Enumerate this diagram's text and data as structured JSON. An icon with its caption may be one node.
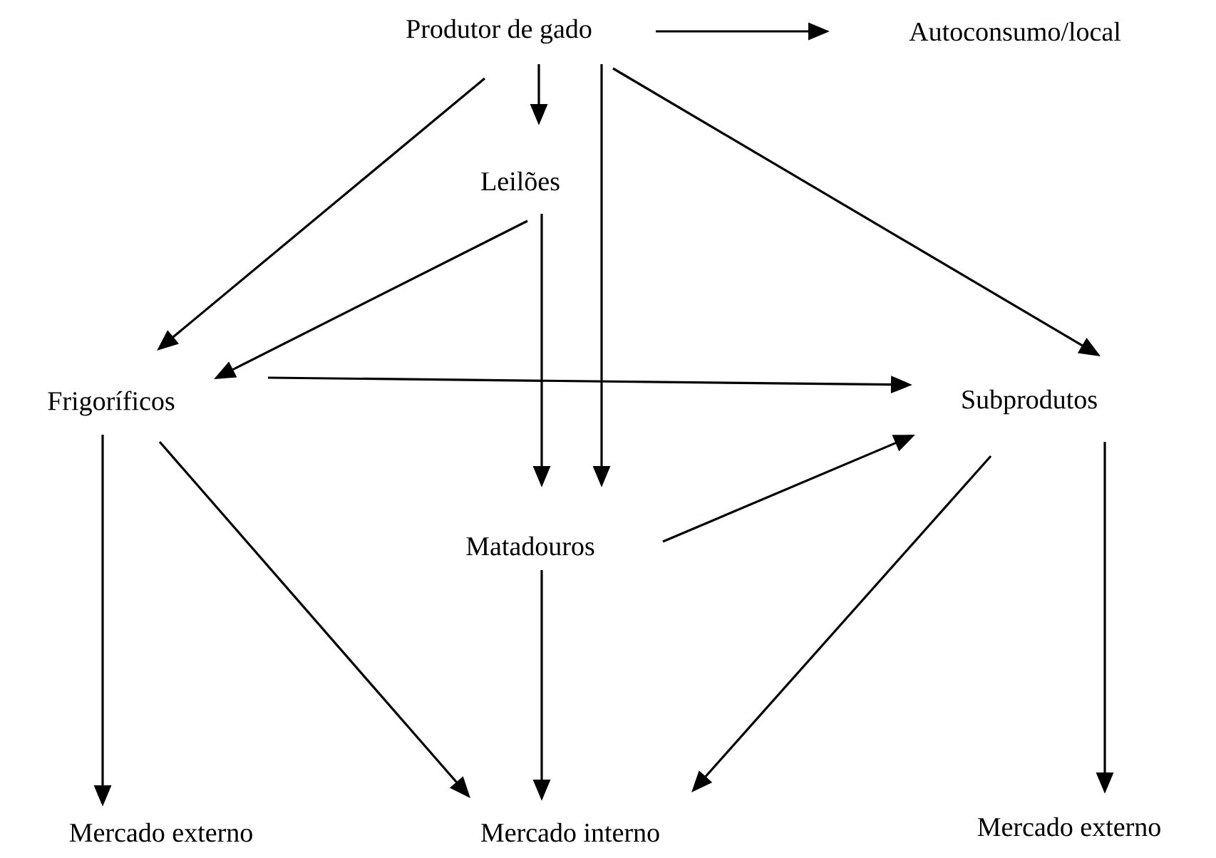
{
  "diagram": {
    "nodes": [
      {
        "text": [
          "Produtor de gado"
        ]
      },
      {
        "text": [
          "Autoconsumo/local"
        ]
      },
      {
        "text": [
          "Leilões"
        ]
      },
      {
        "text": [
          "Frigoríficos"
        ]
      },
      {
        "text": [
          "Subprodutos"
        ]
      },
      {
        "text": [
          "Matadouros"
        ]
      },
      {
        "text": [
          "Mercado externo"
        ]
      },
      {
        "text": [
          "Mercado interno"
        ]
      },
      {
        "text": [
          "Mercado externo"
        ]
      }
    ],
    "edges": [
      {
        "from": 0,
        "to": 1,
        "arrow": "to"
      },
      {
        "from": 0,
        "to": 2,
        "arrow": "to"
      },
      {
        "from": 0,
        "to": 5,
        "arrow": "to"
      },
      {
        "from": 0,
        "to": 3,
        "arrow": "to"
      },
      {
        "from": 0,
        "to": 4,
        "arrow": "to"
      },
      {
        "from": 2,
        "to": 3,
        "arrow": "to"
      },
      {
        "from": 2,
        "to": 5,
        "arrow": "to"
      },
      {
        "from": 3,
        "to": 4,
        "arrow": "to"
      },
      {
        "from": 5,
        "to": 4,
        "arrow": "to"
      },
      {
        "from": 3,
        "to": 6,
        "arrow": "to"
      },
      {
        "from": 3,
        "to": 7,
        "arrow": "to"
      },
      {
        "from": 5,
        "to": 7,
        "arrow": "to"
      },
      {
        "from": 4,
        "to": 7,
        "arrow": "to"
      },
      {
        "from": 4,
        "to": 8,
        "arrow": "to"
      }
    ]
  }
}
